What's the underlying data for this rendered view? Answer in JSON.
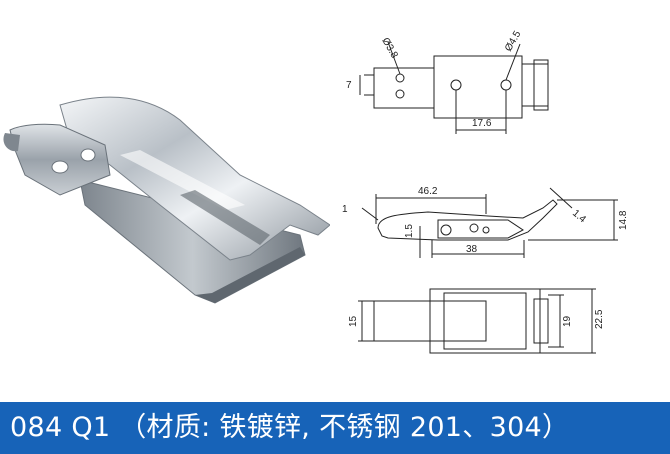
{
  "caption": {
    "text": "084 Q1 （材质: 铁镀锌, 不锈钢 201、304）"
  },
  "drawing_top": {
    "dim_left_hole": "Ø3.8",
    "dim_right_hole": "Ø4.5",
    "dim_height": "7",
    "dim_spacing": "17.6"
  },
  "drawing_side": {
    "dim_length": "46.2",
    "dim_thickness": "1",
    "dim_hook": "1.4",
    "dim_base_height": "1.5",
    "dim_height": "14.8",
    "dim_base_length": "38"
  },
  "drawing_bottom": {
    "dim_left": "15",
    "dim_inner": "19",
    "dim_outer": "22.5"
  },
  "colors": {
    "caption_bg": "#1763b8",
    "caption_fg": "#ffffff",
    "line": "#222222"
  }
}
